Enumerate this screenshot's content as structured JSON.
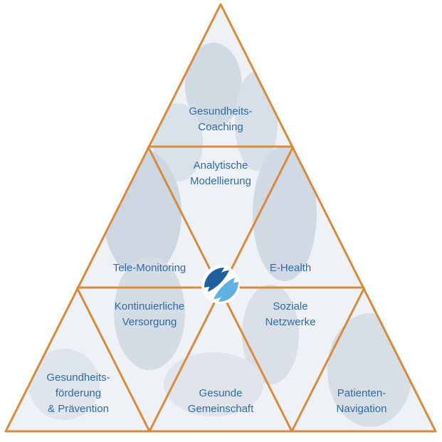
{
  "colors": {
    "outline": "#d98a3a",
    "label": "#2f6aa6",
    "fill": "#eef1f5",
    "photo_tone": "#b9c6d4",
    "logo_dark": "#1f5f9e",
    "logo_light": "#5fb0e3"
  },
  "icons": {
    "center_logo": "center-logo-icon"
  },
  "segments": {
    "gesundheits_coaching": [
      "Gesundheits-",
      "Coaching"
    ],
    "analytische_modellierung": [
      "Analytische",
      "Modellierung"
    ],
    "tele_monitoring": [
      "Tele-Monitoring"
    ],
    "e_health": [
      "E-Health"
    ],
    "kontinuierliche_versorgung": [
      "Kontinuierliche",
      "Versorgung"
    ],
    "soziale_netzwerke": [
      "Soziale",
      "Netzwerke"
    ],
    "gesundheitsfoerderung": [
      "Gesundheits-",
      "förderung",
      "& Prävention"
    ],
    "gesunde_gemeinschaft": [
      "Gesunde",
      "Gemeinschaft"
    ],
    "patienten_navigation": [
      "Patienten-",
      "Navigation"
    ]
  }
}
